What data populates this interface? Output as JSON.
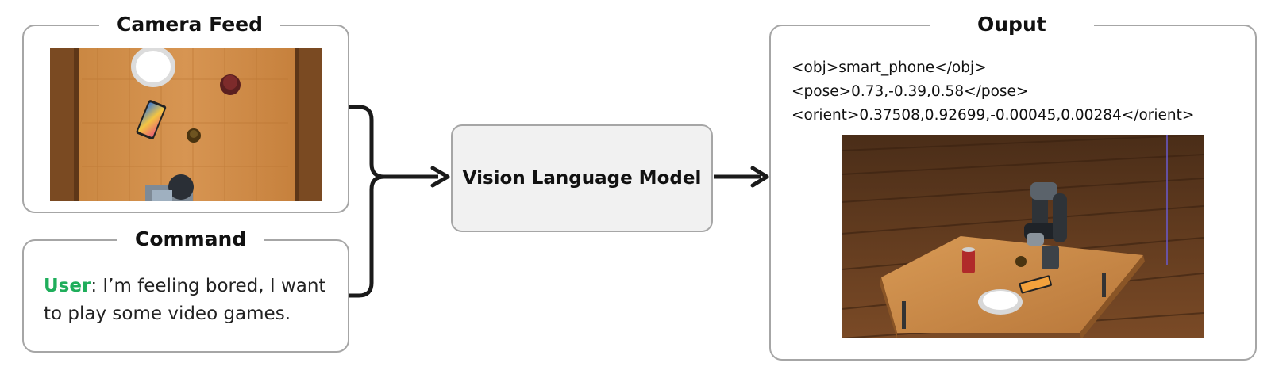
{
  "camera_feed": {
    "title": "Camera Feed"
  },
  "command": {
    "title": "Command",
    "speaker": "User",
    "separator": ":",
    "text": " I’m feeling bored, I want to play some video games."
  },
  "model": {
    "label": "Vision Language Model"
  },
  "output": {
    "title": "Ouput",
    "lines": [
      "<obj>smart_phone</obj>",
      "<pose>0.73,-0.39,0.58</pose>",
      "<orient>0.37508,0.92699,-0.00045,0.00284</orient>"
    ]
  },
  "colors": {
    "user_label": "#1fae5b",
    "panel_border": "#a6a6a6",
    "model_fill": "#f1f1f1",
    "arrow": "#1a1a1a"
  }
}
